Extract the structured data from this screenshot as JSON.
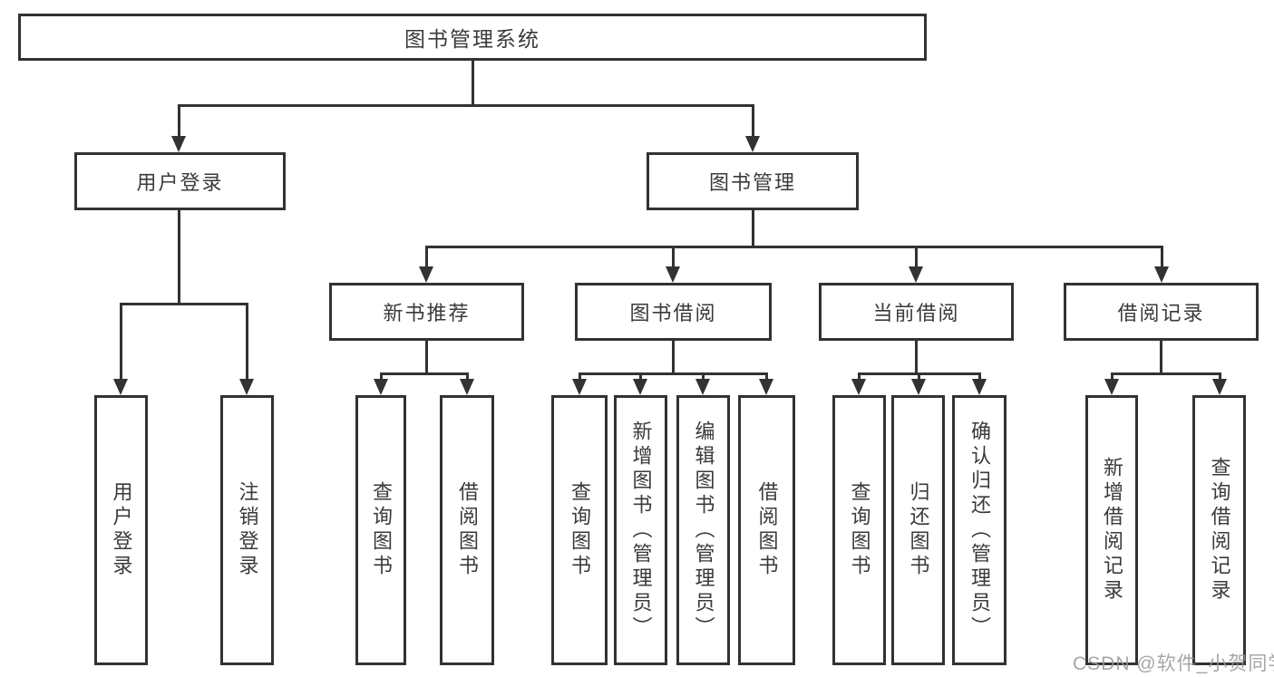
{
  "diagram": {
    "root": {
      "label": "图书管理系统"
    },
    "level1": [
      {
        "label": "用户登录"
      },
      {
        "label": "图书管理"
      }
    ],
    "level2": [
      {
        "label": "新书推荐"
      },
      {
        "label": "图书借阅"
      },
      {
        "label": "当前借阅"
      },
      {
        "label": "借阅记录"
      }
    ],
    "leaves": [
      {
        "label": "用户登录"
      },
      {
        "label": "注销登录"
      },
      {
        "label": "查询图书"
      },
      {
        "label": "借阅图书"
      },
      {
        "label": "查询图书"
      },
      {
        "label": "新增图书（管理员）"
      },
      {
        "label": "编辑图书（管理员）"
      },
      {
        "label": "借阅图书"
      },
      {
        "label": "查询图书"
      },
      {
        "label": "归还图书"
      },
      {
        "label": "确认归还（管理员）"
      },
      {
        "label": "新增借阅记录"
      },
      {
        "label": "查询借阅记录"
      }
    ],
    "hierarchy": {
      "图书管理系统": [
        "用户登录",
        "图书管理"
      ],
      "用户登录": [
        "用户登录",
        "注销登录"
      ],
      "图书管理": [
        "新书推荐",
        "图书借阅",
        "当前借阅",
        "借阅记录"
      ],
      "新书推荐": [
        "查询图书",
        "借阅图书"
      ],
      "图书借阅": [
        "查询图书",
        "新增图书（管理员）",
        "编辑图书（管理员）",
        "借阅图书"
      ],
      "当前借阅": [
        "查询图书",
        "归还图书",
        "确认归还（管理员）"
      ],
      "借阅记录": [
        "新增借阅记录",
        "查询借阅记录"
      ]
    },
    "colors": {
      "line": "#323232",
      "text": "#3a3a3a",
      "background": "#ffffff",
      "watermark": "#969696"
    }
  },
  "watermark": {
    "text": "CSDN @软件_小贺同学"
  }
}
